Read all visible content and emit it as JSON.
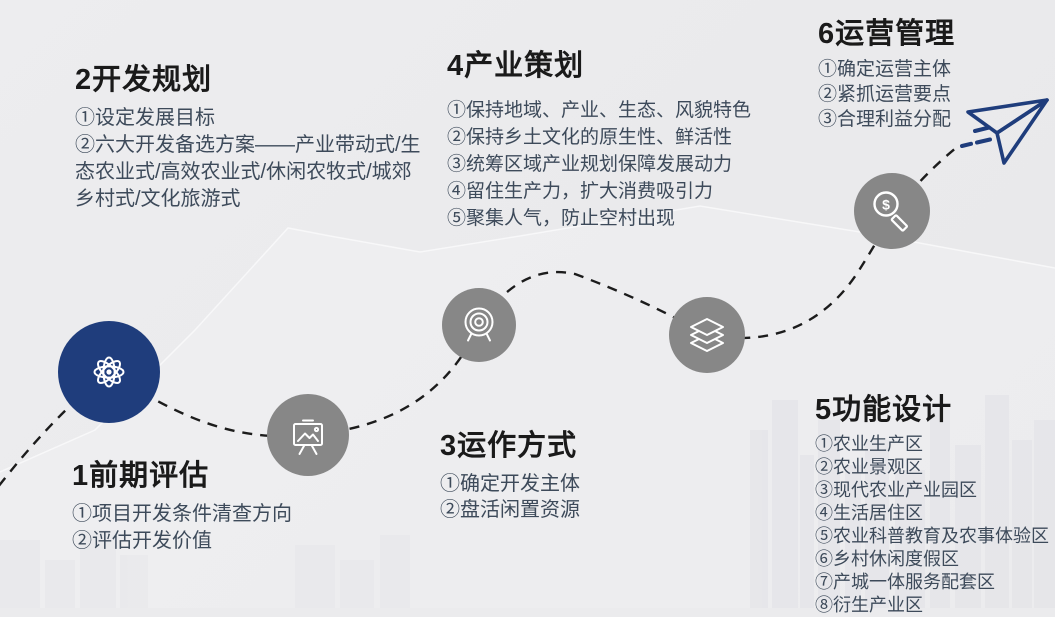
{
  "sections": [
    {
      "number": "1",
      "title": "1前期评估",
      "items": [
        "①项目开发条件清查方向",
        "②评估开发价值"
      ]
    },
    {
      "number": "2",
      "title": "2开发规划",
      "items": [
        "①设定发展目标",
        "②六大开发备选方案——产业带动式/生态农业式/高效农业式/休闲农牧式/城郊乡村式/文化旅游式"
      ]
    },
    {
      "number": "3",
      "title": "3运作方式",
      "items": [
        "①确定开发主体",
        "②盘活闲置资源"
      ]
    },
    {
      "number": "4",
      "title": "4产业策划",
      "items": [
        "①保持地域、产业、生态、风貌特色",
        "②保持乡土文化的原生性、鲜活性",
        "③统筹区域产业规划保障发展动力",
        "④留住生产力，扩大消费吸引力",
        "⑤聚集人气，防止空村出现"
      ]
    },
    {
      "number": "5",
      "title": "5功能设计",
      "items": [
        "①农业生产区",
        "②农业景观区",
        "③现代农业产业园区",
        "④生活居住区",
        "⑤农业科普教育及农事体验区",
        "⑥乡村休闲度假区",
        "⑦产城一体服务配套区",
        "⑧衍生产业区"
      ]
    },
    {
      "number": "6",
      "title": "6运营管理",
      "items": [
        "①确定运营主体",
        "②紧抓运营要点",
        "③合理利益分配"
      ]
    }
  ],
  "milestones": [
    {
      "step": 1,
      "icon": "atom-icon",
      "color": "#1f3d7c"
    },
    {
      "step": 2,
      "icon": "presentation-board-icon",
      "color": "#878787"
    },
    {
      "step": 3,
      "icon": "target-icon",
      "color": "#878787"
    },
    {
      "step": 4,
      "icon": "layers-icon",
      "color": "#878787"
    },
    {
      "step": 5,
      "icon": "money-search-icon",
      "color": "#878787"
    },
    {
      "step": 6,
      "icon": "paper-plane-icon",
      "color": "#1f3d7c"
    }
  ],
  "colors": {
    "background": "#ebebed",
    "accent_blue": "#1f3d7c",
    "circle_gray": "#878787",
    "dash_line": "#1c1c1c",
    "heading_text": "#1a1a1a",
    "body_text": "#3d4a5a",
    "icon_stroke": "#ffffff"
  }
}
